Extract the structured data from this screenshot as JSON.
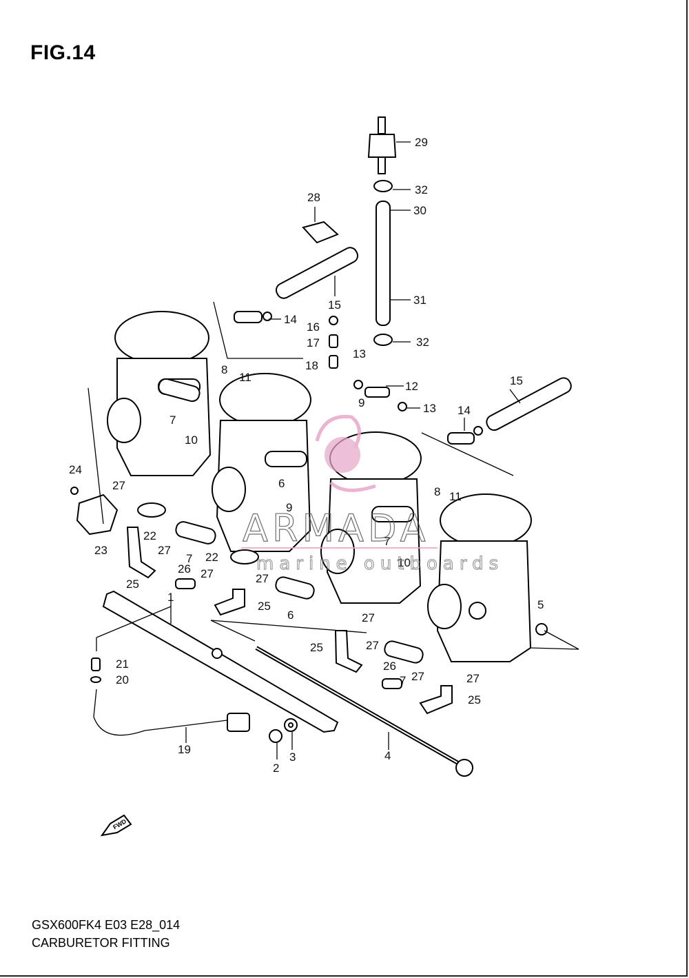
{
  "figure": {
    "title": "FIG.14",
    "model_code": "GSX600FK4 E03 E28_014",
    "section_name": "CARBURETOR FITTING"
  },
  "watermark": {
    "brand": "ARMADA",
    "tagline": "marine outboards",
    "accent_color": "#e8a8c8"
  },
  "fwd_badge": "FWD",
  "callouts": {
    "c1": "1",
    "c2": "2",
    "c3": "3",
    "c4": "4",
    "c5": "5",
    "c6a": "6",
    "c6b": "6",
    "c7a": "7",
    "c7b": "7",
    "c7c": "7",
    "c7d": "7",
    "c8a": "8",
    "c8b": "8",
    "c9a": "9",
    "c9b": "9",
    "c10a": "10",
    "c10b": "10",
    "c11a": "11",
    "c11b": "11",
    "c12": "12",
    "c13a": "13",
    "c13b": "13",
    "c14a": "14",
    "c14b": "14",
    "c15a": "15",
    "c15b": "15",
    "c16": "16",
    "c17": "17",
    "c18": "18",
    "c19": "19",
    "c20": "20",
    "c21": "21",
    "c22a": "22",
    "c22b": "22",
    "c23": "23",
    "c24": "24",
    "c25a": "25",
    "c25b": "25",
    "c25c": "25",
    "c25d": "25",
    "c26a": "26",
    "c26b": "26",
    "c27a": "27",
    "c27b": "27",
    "c27c": "27",
    "c27d": "27",
    "c27e": "27",
    "c27f": "27",
    "c27g": "27",
    "c27h": "27",
    "c28": "28",
    "c29": "29",
    "c30": "30",
    "c31": "31",
    "c32a": "32",
    "c32b": "32"
  }
}
